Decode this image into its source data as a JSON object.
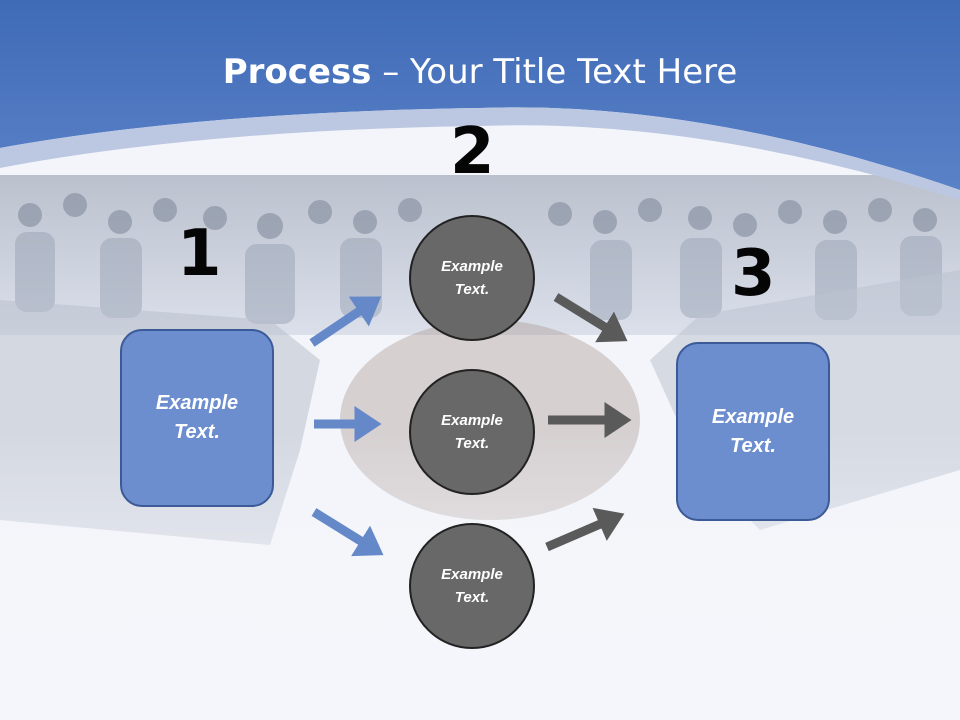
{
  "title": {
    "bold": "Process",
    "rest": " – Your Title Text Here"
  },
  "steps": [
    {
      "number": "1",
      "box_text": "Example Text."
    },
    {
      "number": "2",
      "circles": [
        "Example Text.",
        "Example Text.",
        "Example Text."
      ]
    },
    {
      "number": "3",
      "box_text": "Example Text."
    }
  ],
  "colors": {
    "header_blue": "#4a74c0",
    "box_fill": "#6c8ece",
    "circle_fill": "#686868",
    "blue_arrow": "#6488c8",
    "gray_arrow": "#5a5a5a"
  }
}
